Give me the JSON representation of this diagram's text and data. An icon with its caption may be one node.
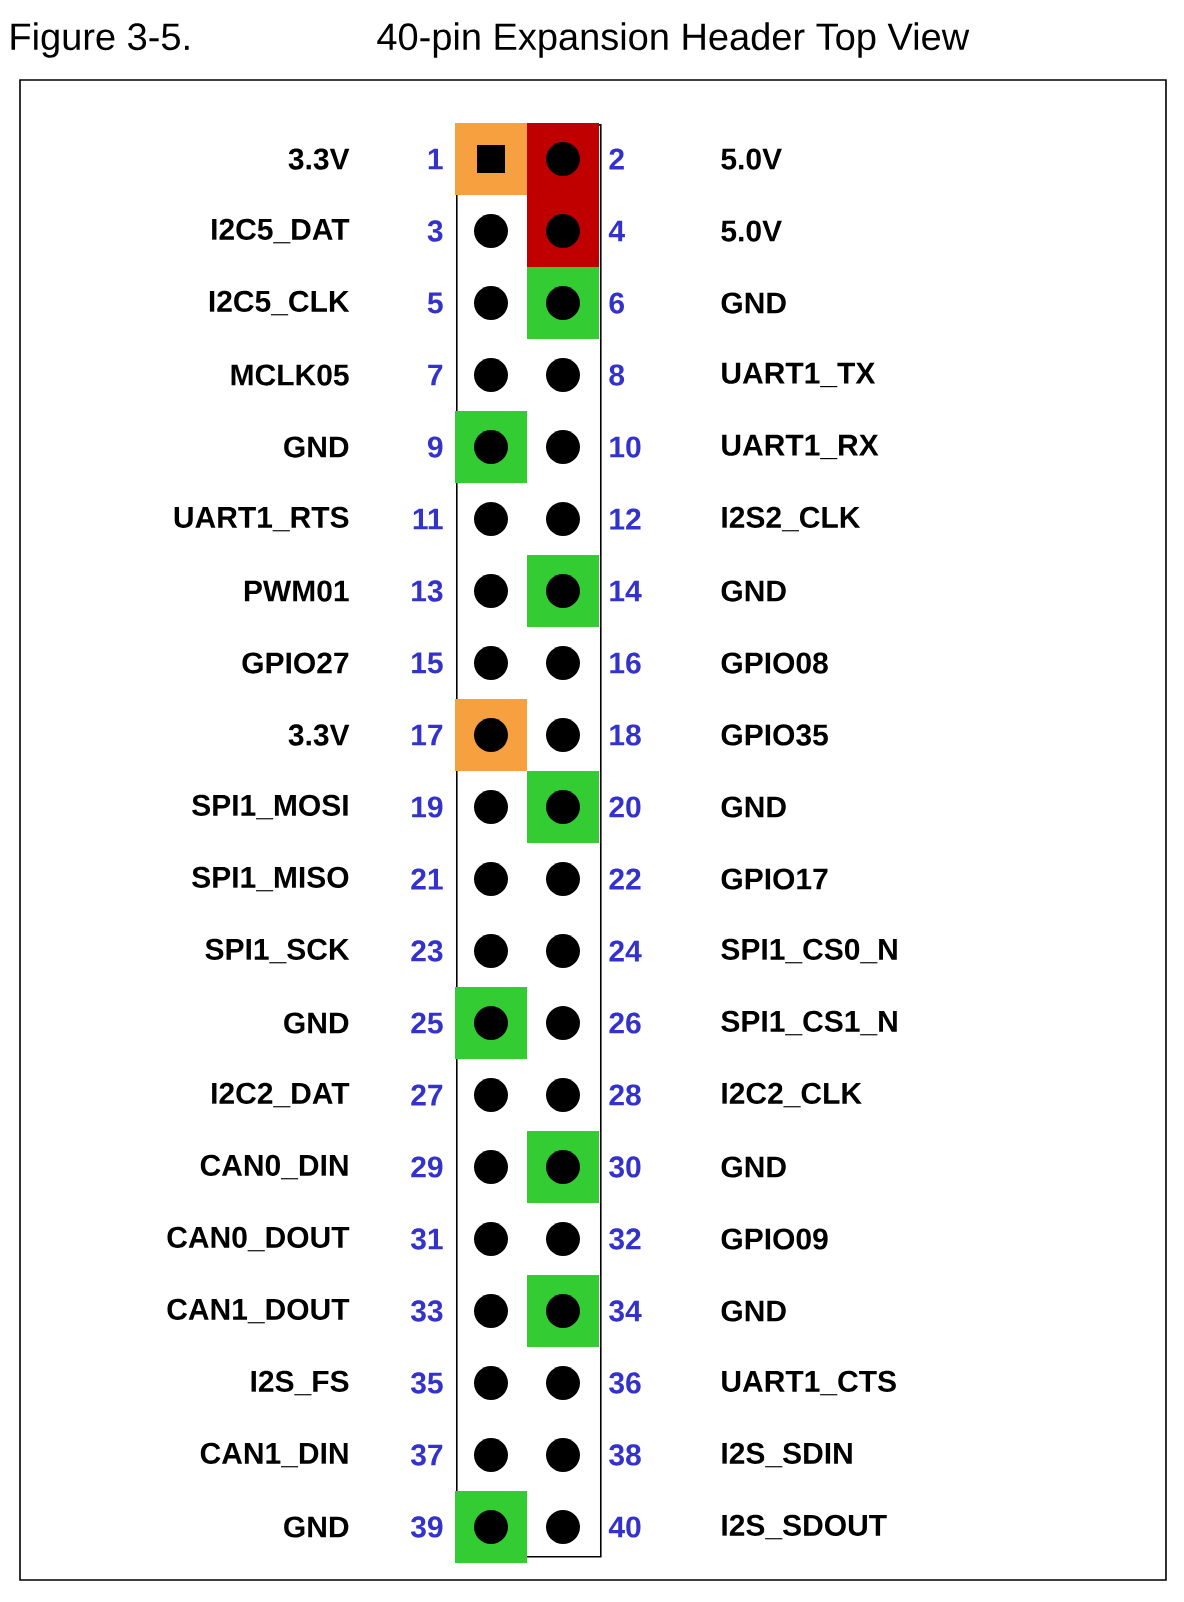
{
  "diagram": {
    "title": "40-pin Expansion Header Top View",
    "labels": [
      "Figure 3-5."
    ],
    "nodes": [
      {
        "text": [],
        "shape": "box"
      },
      {
        "text": [],
        "shape": "box",
        "in": 0,
        "beside": [
          "1",
          "3.3V"
        ]
      },
      {
        "text": [],
        "shape": "circle",
        "in": 0,
        "beside": [
          "2",
          "5.0V"
        ]
      },
      {
        "text": [],
        "shape": "circle",
        "in": 0,
        "beside": [
          "3",
          "I2C5_DAT"
        ]
      },
      {
        "text": [],
        "shape": "circle",
        "in": 0,
        "beside": [
          "4",
          "5.0V"
        ]
      },
      {
        "text": [],
        "shape": "circle",
        "in": 0,
        "beside": [
          "5",
          "I2C5_CLK"
        ]
      },
      {
        "text": [],
        "shape": "circle",
        "in": 0,
        "beside": [
          "6",
          "GND"
        ]
      },
      {
        "text": [],
        "shape": "circle",
        "in": 0,
        "beside": [
          "7",
          "MCLK05"
        ]
      },
      {
        "text": [],
        "shape": "circle",
        "in": 0,
        "beside": [
          "8",
          "UART1_TX"
        ]
      },
      {
        "text": [],
        "shape": "circle",
        "in": 0,
        "beside": [
          "9",
          "GND"
        ]
      },
      {
        "text": [],
        "shape": "circle",
        "in": 0,
        "beside": [
          "10",
          "UART1_RX"
        ]
      },
      {
        "text": [],
        "shape": "circle",
        "in": 0,
        "beside": [
          "11",
          "UART1_RTS"
        ]
      },
      {
        "text": [],
        "shape": "circle",
        "in": 0,
        "beside": [
          "12",
          "I2S2_CLK"
        ]
      },
      {
        "text": [],
        "shape": "circle",
        "in": 0,
        "beside": [
          "13",
          "PWM01"
        ]
      },
      {
        "text": [],
        "shape": "circle",
        "in": 0,
        "beside": [
          "14",
          "GND"
        ]
      },
      {
        "text": [],
        "shape": "circle",
        "in": 0,
        "beside": [
          "15",
          "GPIO27"
        ]
      },
      {
        "text": [],
        "shape": "circle",
        "in": 0,
        "beside": [
          "16",
          "GPIO08"
        ]
      },
      {
        "text": [],
        "shape": "circle",
        "in": 0,
        "beside": [
          "17",
          "3.3V"
        ]
      },
      {
        "text": [],
        "shape": "circle",
        "in": 0,
        "beside": [
          "18",
          "GPIO35"
        ]
      },
      {
        "text": [],
        "shape": "circle",
        "in": 0,
        "beside": [
          "19",
          "SPI1_MOSI"
        ]
      },
      {
        "text": [],
        "shape": "circle",
        "in": 0,
        "beside": [
          "20",
          "GND"
        ]
      },
      {
        "text": [],
        "shape": "circle",
        "in": 0,
        "beside": [
          "21",
          "SPI1_MISO"
        ]
      },
      {
        "text": [],
        "shape": "circle",
        "in": 0,
        "beside": [
          "22",
          "GPIO17"
        ]
      },
      {
        "text": [],
        "shape": "circle",
        "in": 0,
        "beside": [
          "23",
          "SPI1_SCK"
        ]
      },
      {
        "text": [],
        "shape": "circle",
        "in": 0,
        "beside": [
          "24",
          "SPI1_CS0_N"
        ]
      },
      {
        "text": [],
        "shape": "circle",
        "in": 0,
        "beside": [
          "25",
          "GND"
        ]
      },
      {
        "text": [],
        "shape": "circle",
        "in": 0,
        "beside": [
          "26",
          "SPI1_CS1_N"
        ]
      },
      {
        "text": [],
        "shape": "circle",
        "in": 0,
        "beside": [
          "27",
          "I2C2_DAT"
        ]
      },
      {
        "text": [],
        "shape": "circle",
        "in": 0,
        "beside": [
          "28",
          "I2C2_CLK"
        ]
      },
      {
        "text": [],
        "shape": "circle",
        "in": 0,
        "beside": [
          "29",
          "CAN0_DIN"
        ]
      },
      {
        "text": [],
        "shape": "circle",
        "in": 0,
        "beside": [
          "30",
          "GND"
        ]
      },
      {
        "text": [],
        "shape": "circle",
        "in": 0,
        "beside": [
          "31",
          "CAN0_DOUT"
        ]
      },
      {
        "text": [],
        "shape": "circle",
        "in": 0,
        "beside": [
          "32",
          "GPIO09"
        ]
      },
      {
        "text": [],
        "shape": "circle",
        "in": 0,
        "beside": [
          "33",
          "CAN1_DOUT"
        ]
      },
      {
        "text": [],
        "shape": "circle",
        "in": 0,
        "beside": [
          "34",
          "GND"
        ]
      },
      {
        "text": [],
        "shape": "circle",
        "in": 0,
        "beside": [
          "35",
          "I2S_FS"
        ]
      },
      {
        "text": [],
        "shape": "circle",
        "in": 0,
        "beside": [
          "36",
          "UART1_CTS"
        ]
      },
      {
        "text": [],
        "shape": "circle",
        "in": 0,
        "beside": [
          "37",
          "CAN1_DIN"
        ]
      },
      {
        "text": [],
        "shape": "circle",
        "in": 0,
        "beside": [
          "38",
          "I2S_SDIN"
        ]
      },
      {
        "text": [],
        "shape": "circle",
        "in": 0,
        "beside": [
          "39",
          "GND"
        ]
      },
      {
        "text": [],
        "shape": "circle",
        "in": 0,
        "beside": [
          "40",
          "I2S_SDOUT"
        ]
      }
    ]
  }
}
